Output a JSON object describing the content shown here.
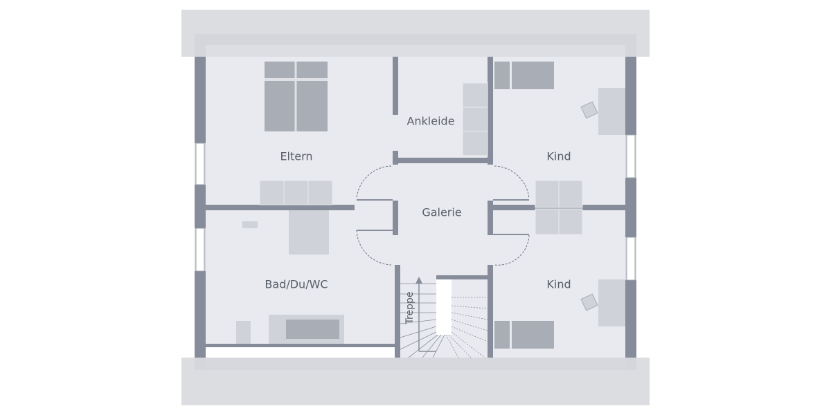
{
  "rooms": {
    "eltern": "Eltern",
    "ankleide": "Ankleide",
    "kind_top": "Kind",
    "galerie": "Galerie",
    "bad": "Bad/Du/WC",
    "kind_bottom": "Kind",
    "treppe": "Treppe"
  },
  "colors": {
    "wall": "#868c99",
    "floor": "#e8eaef",
    "roof": "#dcdde1",
    "furniture_dark": "#a9adb5",
    "furniture_light": "#cfd2d8"
  }
}
